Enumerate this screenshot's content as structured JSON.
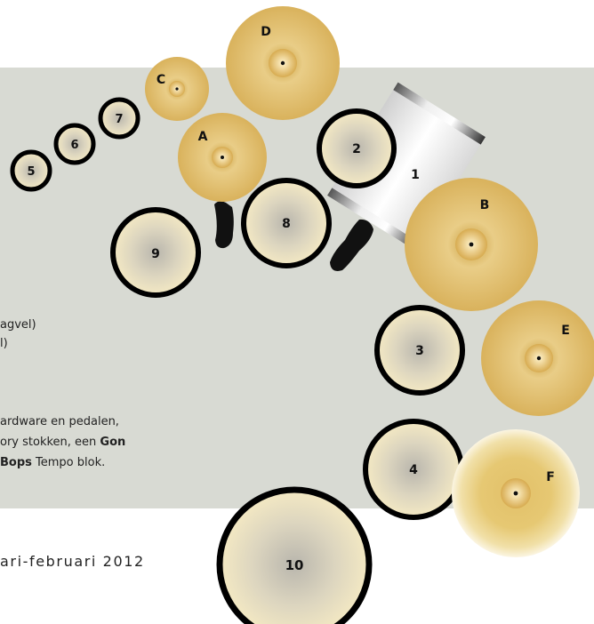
{
  "diagram": {
    "drums": [
      {
        "id": "drum-1",
        "label": "1"
      },
      {
        "id": "drum-2",
        "label": "2"
      },
      {
        "id": "drum-3",
        "label": "3"
      },
      {
        "id": "drum-4",
        "label": "4"
      },
      {
        "id": "drum-5",
        "label": "5"
      },
      {
        "id": "drum-6",
        "label": "6"
      },
      {
        "id": "drum-7",
        "label": "7"
      },
      {
        "id": "drum-8",
        "label": "8"
      },
      {
        "id": "drum-9",
        "label": "9"
      },
      {
        "id": "drum-10",
        "label": "10"
      }
    ],
    "cymbals": [
      {
        "id": "cymbal-a",
        "label": "A"
      },
      {
        "id": "cymbal-b",
        "label": "B"
      },
      {
        "id": "cymbal-c",
        "label": "C"
      },
      {
        "id": "cymbal-d",
        "label": "D"
      },
      {
        "id": "cymbal-e",
        "label": "E"
      },
      {
        "id": "cymbal-f",
        "label": "F"
      }
    ]
  },
  "text": {
    "line1": "agvel)",
    "line2": "l)",
    "line3": "ardware en pedalen,",
    "line4a": "ory stokken, een ",
    "line4b": "Gon",
    "line5a": "Bops",
    "line5b": " Tempo blok."
  },
  "footer": {
    "date": "ari-februari 2012"
  },
  "colors": {
    "panel": "#d8dad3",
    "drum_rim": "#000000",
    "drum_head_center": "#b9b6ad",
    "drum_head_edge": "#f3e8c2",
    "cymbal_gold": "#d8b25a",
    "cymbal_light": "#f0dca0"
  }
}
